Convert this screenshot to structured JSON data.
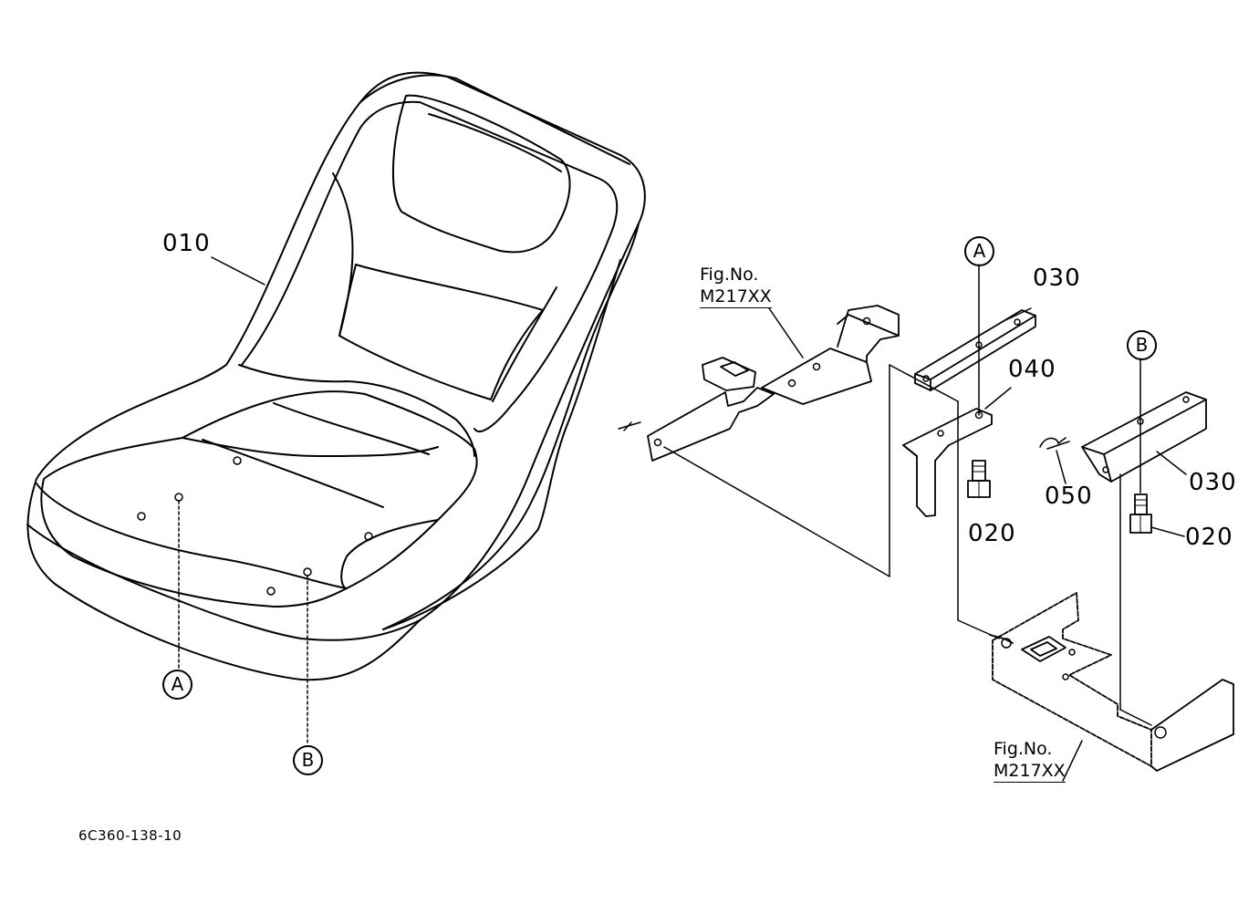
{
  "parts": {
    "seat": "010",
    "bolt_left": "020",
    "bolt_right": "020",
    "bracket_left": "030",
    "bracket_right": "030",
    "plate": "040",
    "pin": "050"
  },
  "markers": {
    "a": "A",
    "b": "B"
  },
  "fig_refs": [
    {
      "line1": "Fig.No.",
      "line2": "M217XX"
    },
    {
      "line1": "Fig.No.",
      "line2": "M217XX"
    }
  ],
  "drawing_code": "6C360-138-10",
  "colors": {
    "ink": "#000000",
    "paper": "#ffffff"
  }
}
